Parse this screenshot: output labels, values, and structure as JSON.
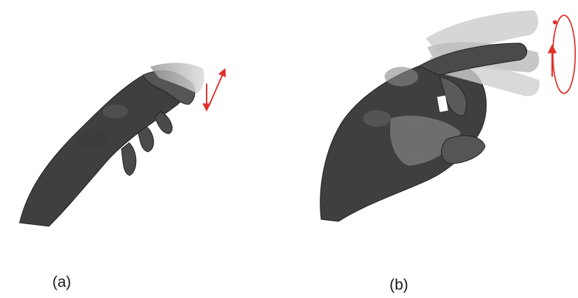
{
  "panels": [
    {
      "id": "a",
      "caption": "(a)",
      "motion": "finger-tap-vertical"
    },
    {
      "id": "b",
      "caption": "(b)",
      "motion": "finger-circle-rotation"
    }
  ],
  "colors": {
    "hand_dark": "#3a3a3a",
    "hand_mid": "#6a6a6a",
    "ghost_light": "#c8c8c8",
    "arrow_red": "#e0312c"
  }
}
